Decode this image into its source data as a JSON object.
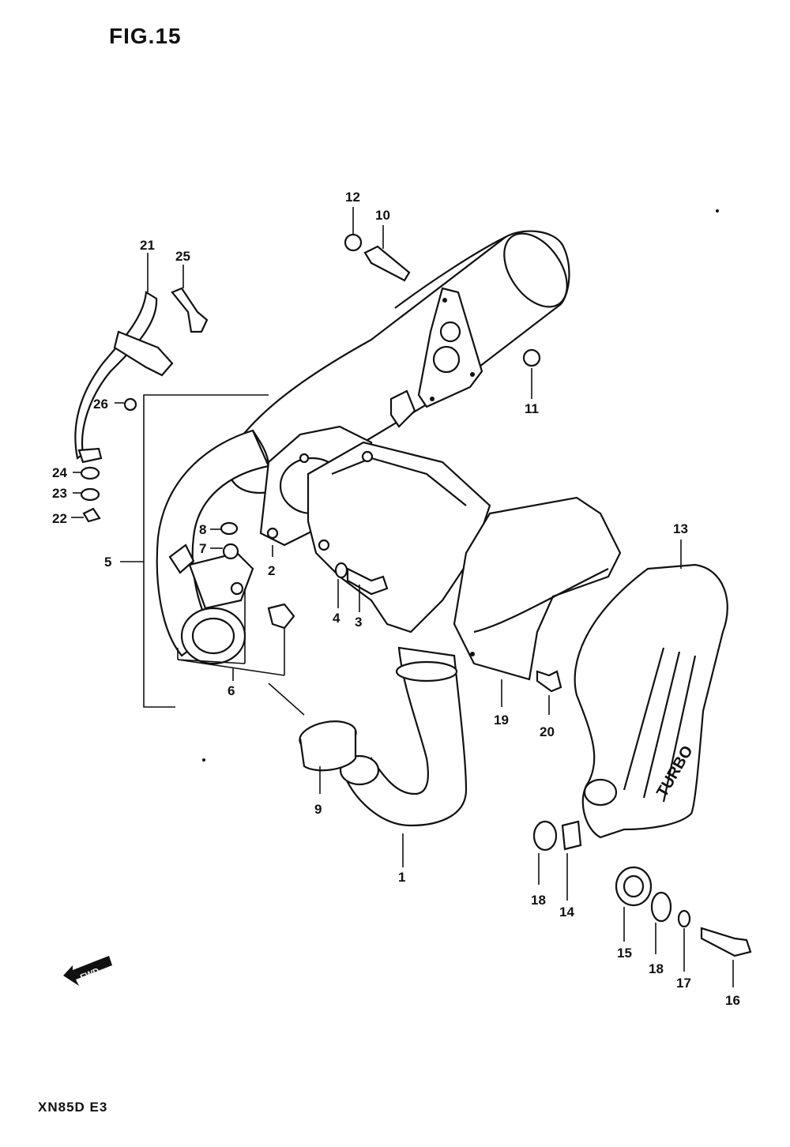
{
  "figure": {
    "title": "FIG.15",
    "model_code": "XN85D  E3",
    "direction_label": "FWD",
    "heat_shield_lettering": "TURBO"
  },
  "callouts": [
    {
      "id": "c1",
      "label": "1"
    },
    {
      "id": "c2",
      "label": "2"
    },
    {
      "id": "c3",
      "label": "3"
    },
    {
      "id": "c4",
      "label": "4"
    },
    {
      "id": "c5",
      "label": "5"
    },
    {
      "id": "c6",
      "label": "6"
    },
    {
      "id": "c7",
      "label": "7"
    },
    {
      "id": "c8",
      "label": "8"
    },
    {
      "id": "c9",
      "label": "9"
    },
    {
      "id": "c10",
      "label": "10"
    },
    {
      "id": "c11",
      "label": "11"
    },
    {
      "id": "c12",
      "label": "12"
    },
    {
      "id": "c13",
      "label": "13"
    },
    {
      "id": "c14",
      "label": "14"
    },
    {
      "id": "c15",
      "label": "15"
    },
    {
      "id": "c16",
      "label": "16"
    },
    {
      "id": "c17",
      "label": "17"
    },
    {
      "id": "c18a",
      "label": "18"
    },
    {
      "id": "c18b",
      "label": "18"
    },
    {
      "id": "c19",
      "label": "19"
    },
    {
      "id": "c20",
      "label": "20"
    },
    {
      "id": "c21",
      "label": "21"
    },
    {
      "id": "c22",
      "label": "22"
    },
    {
      "id": "c23",
      "label": "23"
    },
    {
      "id": "c24",
      "label": "24"
    },
    {
      "id": "c25",
      "label": "25"
    },
    {
      "id": "c26",
      "label": "26"
    }
  ]
}
